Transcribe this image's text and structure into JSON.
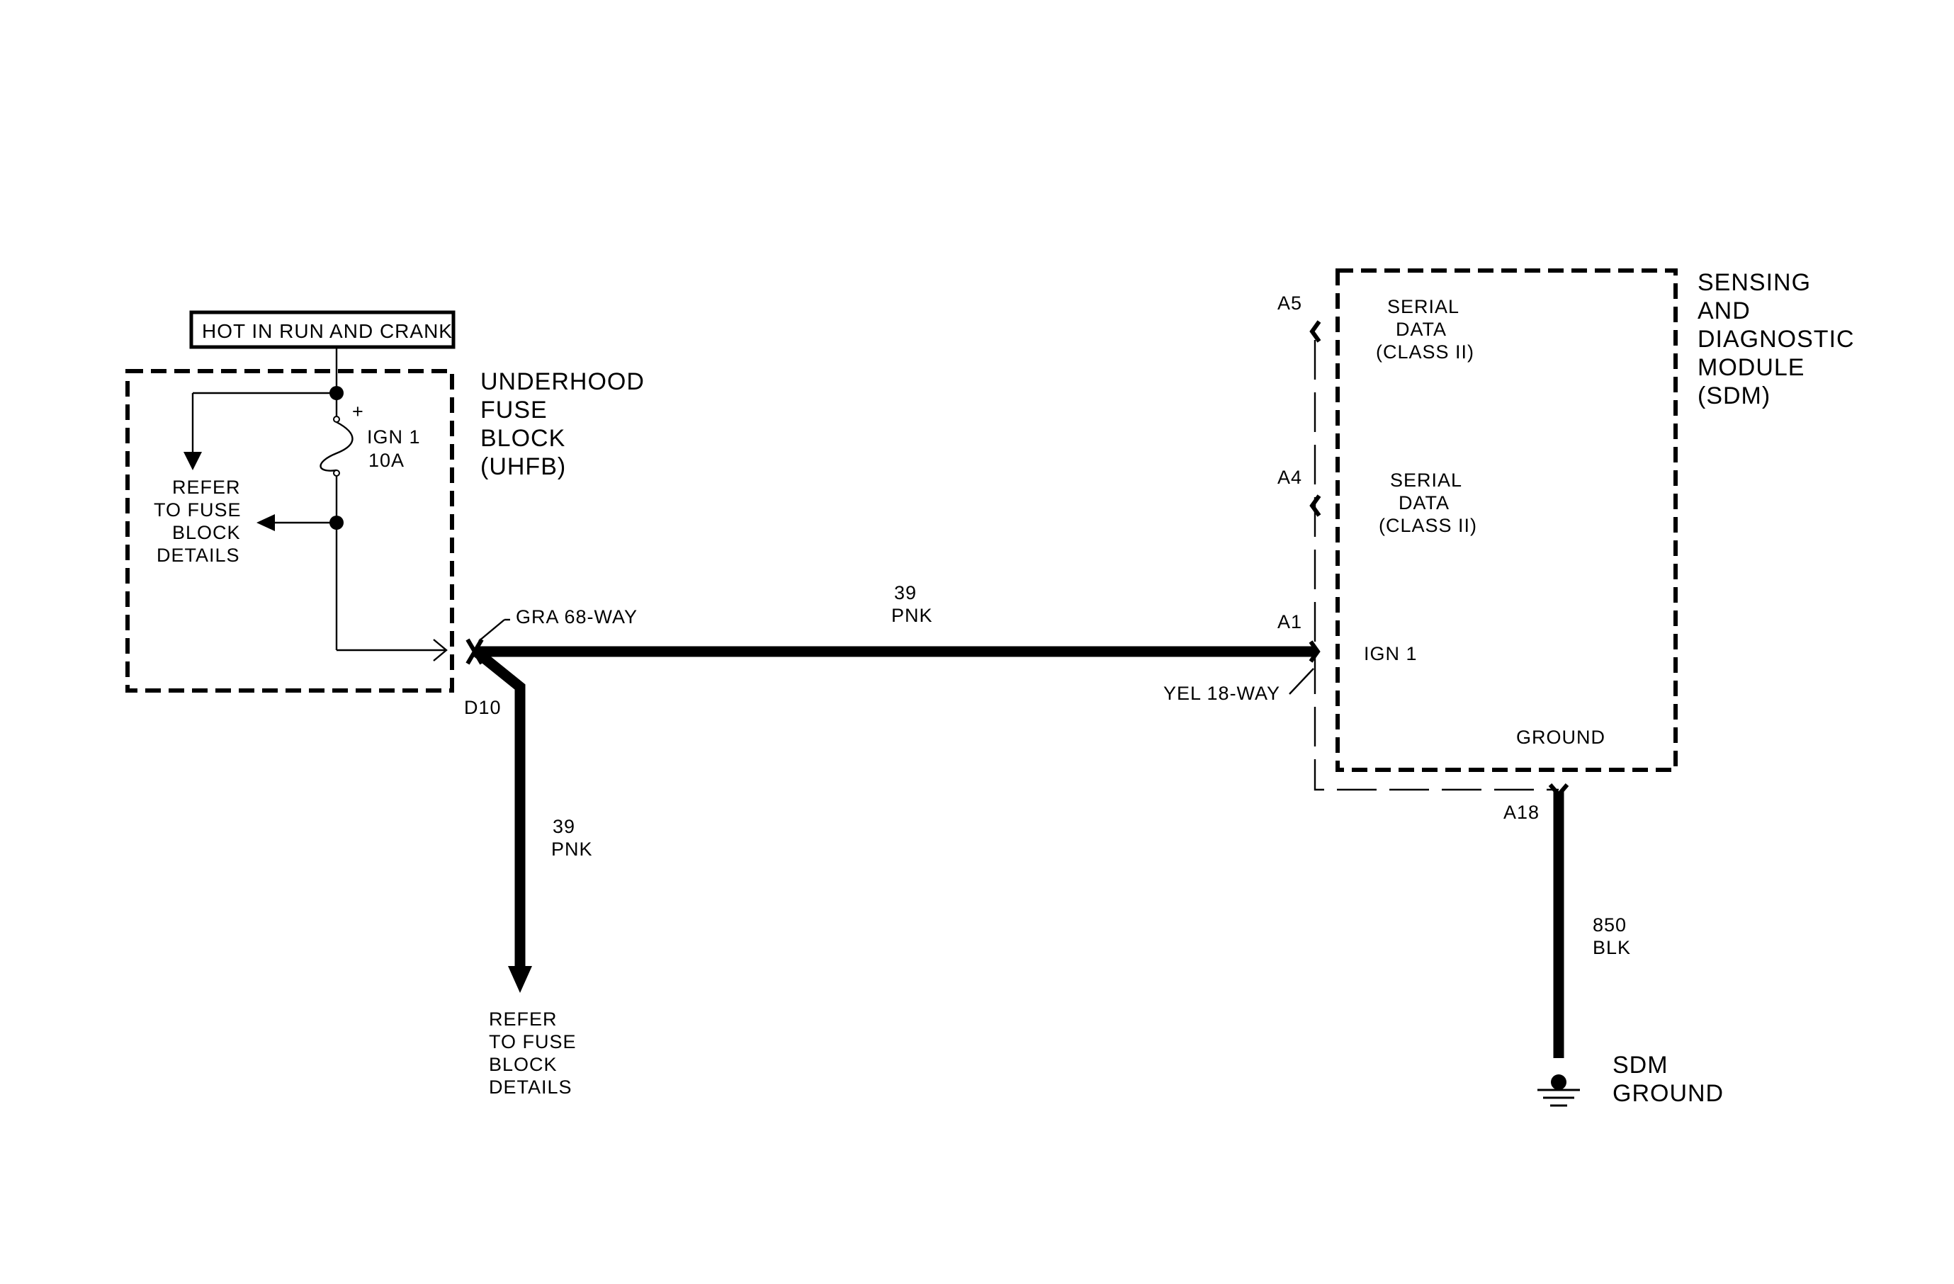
{
  "header": {
    "label": "HOT IN RUN AND CRANK"
  },
  "uhfb": {
    "name_lines": [
      "UNDERHOOD",
      "FUSE",
      "BLOCK",
      "(UHFB)"
    ],
    "fuse_polarity": "+",
    "fuse_name": "IGN 1",
    "fuse_rating": "10A",
    "refer_lines": [
      "REFER",
      "TO FUSE",
      "BLOCK",
      "DETAILS"
    ]
  },
  "connectors": {
    "uhfb_connector": "GRA 68-WAY",
    "uhfb_pin": "D10",
    "sdm_connector": "YEL 18-WAY"
  },
  "wires": {
    "main_circuit": "39",
    "main_color": "PNK",
    "down_circuit": "39",
    "down_color": "PNK",
    "ground_circuit": "850",
    "ground_color": "BLK"
  },
  "bottom_refer": {
    "lines": [
      "REFER",
      "TO FUSE",
      "BLOCK",
      "DETAILS"
    ]
  },
  "sdm": {
    "name_lines": [
      "SENSING",
      "AND",
      "DIAGNOSTIC",
      "MODULE",
      "(SDM)"
    ],
    "pins": [
      {
        "pin": "A5",
        "lines": [
          "SERIAL",
          "DATA",
          "(CLASS II)"
        ]
      },
      {
        "pin": "A4",
        "lines": [
          "SERIAL",
          "DATA",
          "(CLASS II)"
        ]
      },
      {
        "pin": "A1",
        "lines": [
          "IGN 1"
        ]
      },
      {
        "pin": "A18",
        "lines": [
          "GROUND"
        ]
      }
    ]
  },
  "ground": {
    "lines": [
      "SDM",
      "GROUND"
    ]
  }
}
